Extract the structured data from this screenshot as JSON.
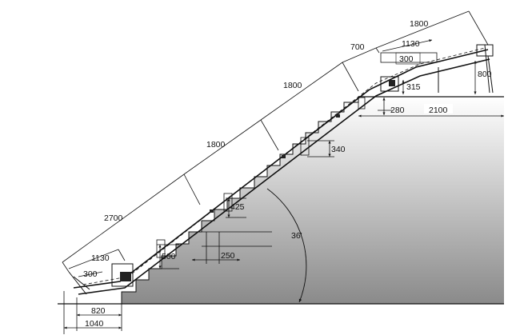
{
  "drawing": {
    "colors": {
      "line": "#111111",
      "ground_light": "#ffffff",
      "ground_dark": "#8a8a8a"
    },
    "angle_label": "36'",
    "dimensions": {
      "d1800_top": "1800",
      "d700": "700",
      "d1130_top": "1130",
      "d300_top": "300",
      "d800": "800",
      "d315": "315",
      "d280": "280",
      "d2100": "2100",
      "d1800_mid_upper": "1800",
      "d1800_mid_lower": "1800",
      "d340": "340",
      "d2700": "2700",
      "d425": "425",
      "d1130_bottom": "1130",
      "d300_bottom": "300",
      "d500": "500",
      "d250": "250",
      "d820": "820",
      "d1040": "1040"
    }
  }
}
